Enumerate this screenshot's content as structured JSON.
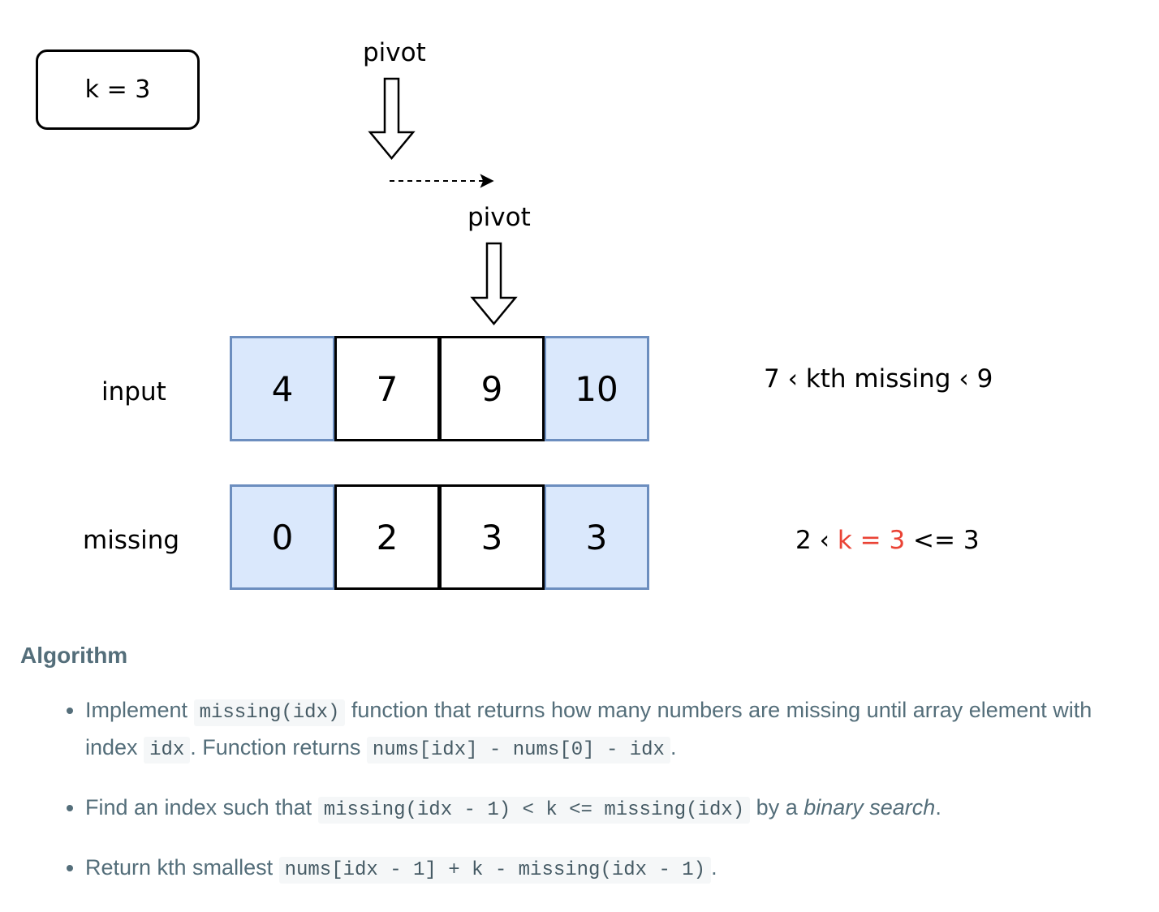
{
  "diagram": {
    "k_label": "k = 3",
    "pivot_top_label": "pivot",
    "pivot_bottom_label": "pivot",
    "input_label": "input",
    "missing_label": "missing",
    "input_values": [
      "4",
      "7",
      "9",
      "10"
    ],
    "missing_values": [
      "0",
      "2",
      "3",
      "3"
    ],
    "input_note": "7 ‹ kth missing ‹ 9",
    "missing_note": {
      "prefix": "2 ‹ ",
      "highlight": "k = 3",
      "suffix": " <= 3"
    },
    "colors": {
      "cell_fill": "#dae8fc",
      "cell_border": "#6c8ebf",
      "highlight": "#ea4335"
    }
  },
  "algorithm": {
    "heading": "Algorithm",
    "item1": {
      "t1": "Implement ",
      "c1": "missing(idx)",
      "t2": " function that returns how many numbers are missing until array element with index ",
      "c2": "idx",
      "t3": ". Function returns ",
      "c3": "nums[idx] - nums[0] - idx",
      "t4": "."
    },
    "item2": {
      "t1": "Find an index such that ",
      "c1": "missing(idx - 1) < k <= missing(idx)",
      "t2": " by a ",
      "em": "binary search",
      "t3": "."
    },
    "item3": {
      "t1": "Return kth smallest ",
      "c1": "nums[idx - 1] + k - missing(idx - 1)",
      "t2": "."
    }
  }
}
